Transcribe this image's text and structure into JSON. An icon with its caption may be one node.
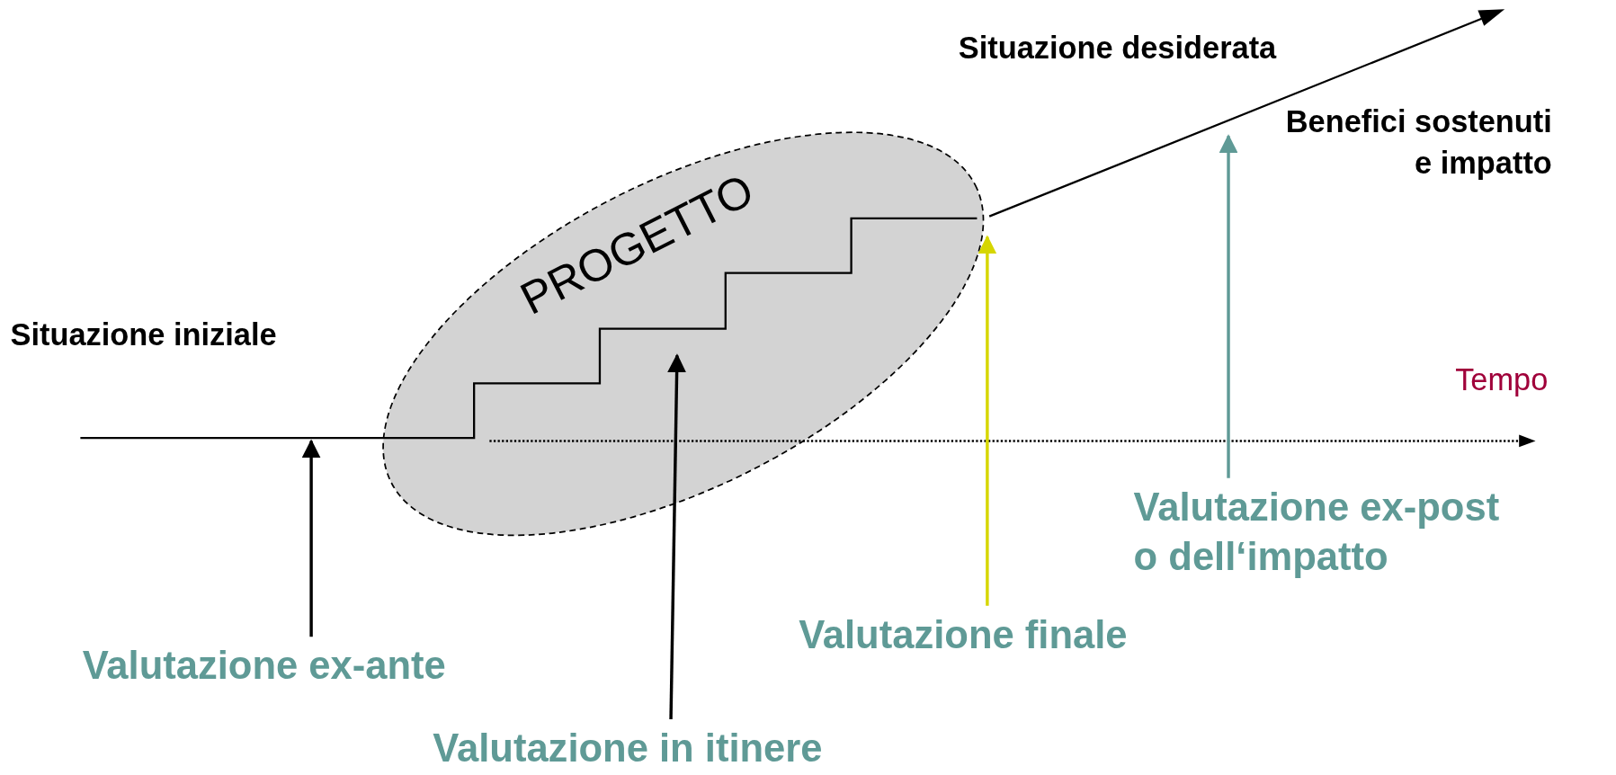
{
  "diagram": {
    "nodes": [
      {
        "text": [
          "PROGETTO"
        ]
      },
      {
        "text": [
          "Valutazione ex-ante"
        ]
      },
      {
        "text": [
          "Valutazione in itinere"
        ]
      },
      {
        "text": [
          "Valutazione finale"
        ]
      },
      {
        "text": [
          "Valutazione ex-post o dell‘impatto"
        ]
      }
    ],
    "edges": [
      {
        "from": 1,
        "to": null,
        "arrow": "to"
      },
      {
        "from": 2,
        "to": 0,
        "arrow": "to"
      },
      {
        "from": 3,
        "to": 0,
        "arrow": "to",
        "color": "#d6d600"
      },
      {
        "from": 4,
        "to": null,
        "arrow": "to",
        "color": "#5f9a96"
      }
    ],
    "labels": [
      "Situazione desiderata",
      "Benefici sostenuti e impatto",
      "Situazione iniziale",
      "Tempo"
    ]
  }
}
